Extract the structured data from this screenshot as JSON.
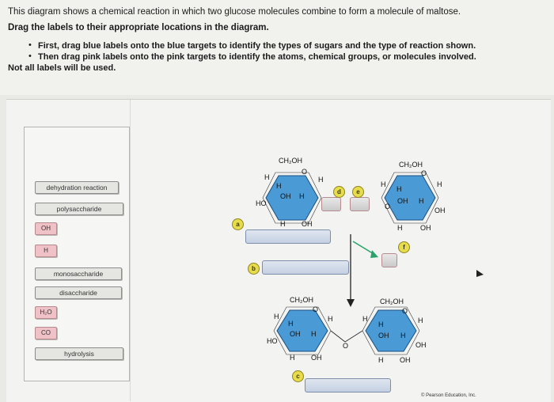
{
  "instructions": {
    "line1": "This diagram shows a chemical reaction in which two glucose molecules combine to form a molecule of maltose.",
    "line2": "Drag the labels to their appropriate locations in the diagram.",
    "bullet1": "First, drag blue labels onto the blue targets to identify the types of sugars and the type of reaction shown.",
    "bullet2": "Then drag pink labels onto the pink targets to identify the atoms, chemical groups, or molecules involved.",
    "line3": "Not all labels will be used."
  },
  "labels": [
    {
      "text": "dehydration reaction",
      "color": "blue"
    },
    {
      "text": "polysaccharide",
      "color": "blue"
    },
    {
      "text": "OH",
      "color": "pink"
    },
    {
      "text": "H",
      "color": "pink"
    },
    {
      "text": "monosaccharide",
      "color": "blue"
    },
    {
      "text": "disaccharide",
      "color": "blue"
    },
    {
      "text": "H₂O",
      "color": "pink"
    },
    {
      "text": "CO",
      "color": "pink"
    },
    {
      "text": "hydrolysis",
      "color": "blue"
    }
  ],
  "markers": {
    "a": "a",
    "b": "b",
    "c": "c",
    "d": "d",
    "e": "e",
    "f": "f"
  },
  "chem": {
    "ch2oh": "CH₂OH",
    "oh": "OH",
    "h": "H",
    "ho": "HO",
    "o": "O"
  },
  "colors": {
    "hexagon": "#4a9ad6",
    "arrow": "#2aa36a",
    "blue_target": "#c4d0e2",
    "pink_label": "#f0c2c7",
    "marker": "#e7dc4a"
  },
  "copyright": "© Pearson Education, Inc."
}
